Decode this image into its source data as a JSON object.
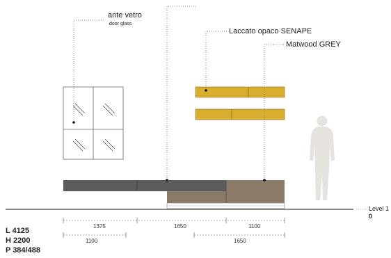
{
  "callouts": {
    "glass": {
      "title": "ante vetro",
      "subtitle": "door glass"
    },
    "lacquer": "Laccato opaco SENAPE",
    "wood": "Matwood GREY"
  },
  "level": {
    "label": "Level 1",
    "value": "0"
  },
  "dimensions": {
    "row1": [
      "1375",
      "1650",
      "1100"
    ],
    "row2": [
      "1100",
      "1650"
    ]
  },
  "specs": {
    "length": "L 4125",
    "height": "H 2200",
    "depth": "P 384/488"
  },
  "colors": {
    "mustard": "#d9ae2e",
    "dark_grey": "#5c5c5c",
    "wood_grey": "#8c7a68",
    "silhouette": "#e6e2dd"
  }
}
